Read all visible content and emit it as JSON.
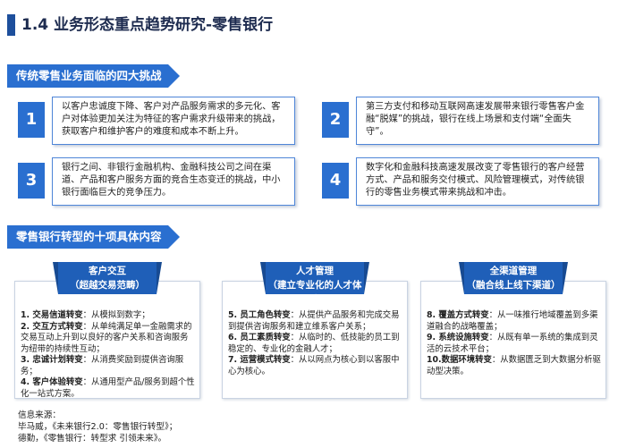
{
  "title": "1.4 业务形态重点趋势研究-零售银行",
  "section1": {
    "heading": "传统零售业务面临的四大挑战",
    "challenges": [
      {
        "num": "1",
        "text": "以客户忠诚度下降、客户对产品服务需求的多元化、客户对体验更加关注为特征的客户需求升级带来的挑战，获取客户和维护客户的难度和成本不断上升。"
      },
      {
        "num": "2",
        "text": "第三方支付和移动互联网高速发展带来银行零售客户金融“脱媒”的挑战，银行在线上场景和支付端“全面失守”。"
      },
      {
        "num": "3",
        "text": "银行之间、非银行金融机构、金融科技公司之间在渠道、产品和客户服务方面的竞合生态变迁的挑战，中小银行面临巨大的竞争压力。"
      },
      {
        "num": "4",
        "text": "数字化和金融科技高速发展改变了零售银行的客户经营方式、产品和服务交付模式、风险管理模式，对传统银行的零售业务模式带来挑战和冲击。"
      }
    ]
  },
  "section2": {
    "heading": "零售银行转型的十项具体内容",
    "panels": [
      {
        "title": "客户交互",
        "subtitle": "（超越交易范畴）",
        "items": [
          {
            "label": "1.  交易信道转变",
            "text": "：从模拟到数字；"
          },
          {
            "label": "2.  交互方式转变",
            "text": "：从单纯满足单一金融需求的交易互动上升到以良好的客户关系和咨询服务为纽带的持续性互动；"
          },
          {
            "label": "3.  忠诚计划转变",
            "text": "：从消费奖励到提供咨询服务；"
          },
          {
            "label": "4.  客户体验转变",
            "text": "：从通用型产品/服务到超个性化一站式方案。"
          }
        ]
      },
      {
        "title": "人才管理",
        "subtitle": "（建立专业化的人才体系）",
        "items": [
          {
            "label": "5.  员工角色转变",
            "text": "：从提供产品服务和完成交易到提供咨询服务和建立维系客户关系；"
          },
          {
            "label": "6.  员工素质转变",
            "text": "：从临时的、低技能的员工到稳定的、专业化的金融人才；"
          },
          {
            "label": "7.  运营模式转变",
            "text": "：从以网点为核心到以客服中心为核心。"
          }
        ]
      },
      {
        "title": "全渠道管理",
        "subtitle": "（融合线上线下渠道）",
        "items": [
          {
            "label": "8.  覆盖方式转变",
            "text": "：从一味推行地域覆盖到多渠道融合的战略覆盖；"
          },
          {
            "label": "9.  系统设施转变",
            "text": "：从既有单一系统的集成到灵活的云技术平台；"
          },
          {
            "label": "10.数据环境转变",
            "text": "：从数据匮乏到大数据分析驱动型决策。"
          }
        ]
      }
    ]
  },
  "source": {
    "label": "信息来源：",
    "lines": [
      "毕马威，《未来银行2.0：零售银行转型》；",
      "德勤，《零售银行：转型求 引领未来》。"
    ]
  },
  "colors": {
    "accent": "#2a6fd0",
    "dark_accent": "#1f5fb8",
    "title_bar": "#1d4f9c"
  }
}
